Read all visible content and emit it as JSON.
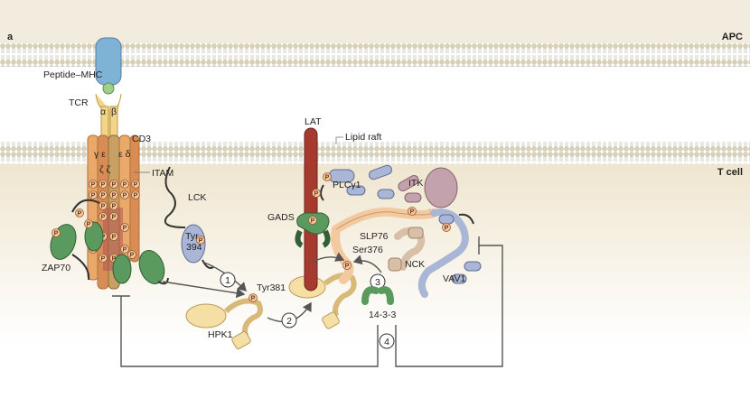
{
  "panel_label": "a",
  "region_labels": {
    "apc": "APC",
    "tcell": "T cell"
  },
  "molecules": {
    "peptide_mhc": "Peptide–MHC",
    "tcr": "TCR",
    "alpha": "α",
    "beta": "β",
    "cd3": "CD3",
    "itam": "ITAM",
    "eps_left": "γ ε",
    "eps_right": "ε δ",
    "zeta": "ζ ζ",
    "zap70": "ZAP70",
    "lck": "LCK",
    "tyr394_a": "Tyr",
    "tyr394_b": "394",
    "tyr381": "Tyr381",
    "hpk1": "HPK1",
    "lat": "LAT",
    "lipid_raft": "Lipid raft",
    "plcg1": "PLCγ1",
    "itk": "ITK",
    "gads": "GADS",
    "slp76": "SLP76",
    "ser376": "Ser376",
    "nck": "NCK",
    "vav1": "VAV1",
    "protein_1433": "14-3-3"
  },
  "steps": [
    "1",
    "2",
    "3",
    "4"
  ],
  "phospho_symbol": "P",
  "colors": {
    "mhc": "#7fb3d5",
    "tcr": "#f3d58a",
    "cd3": "#e8a96a",
    "zeta": "#c9a063",
    "zap70": "#5b9a5e",
    "lck": "#a9b6d6",
    "lat": "#a63a2f",
    "plcg1": "#a9b6d6",
    "itk": "#c4a2ad",
    "hpk1": "#f6dfa5",
    "slp76": "#f3c9a0",
    "nck": "#d9bfa7",
    "membrane_head": "#d8d2b6",
    "cytoplasm": "#f3ecd9"
  }
}
